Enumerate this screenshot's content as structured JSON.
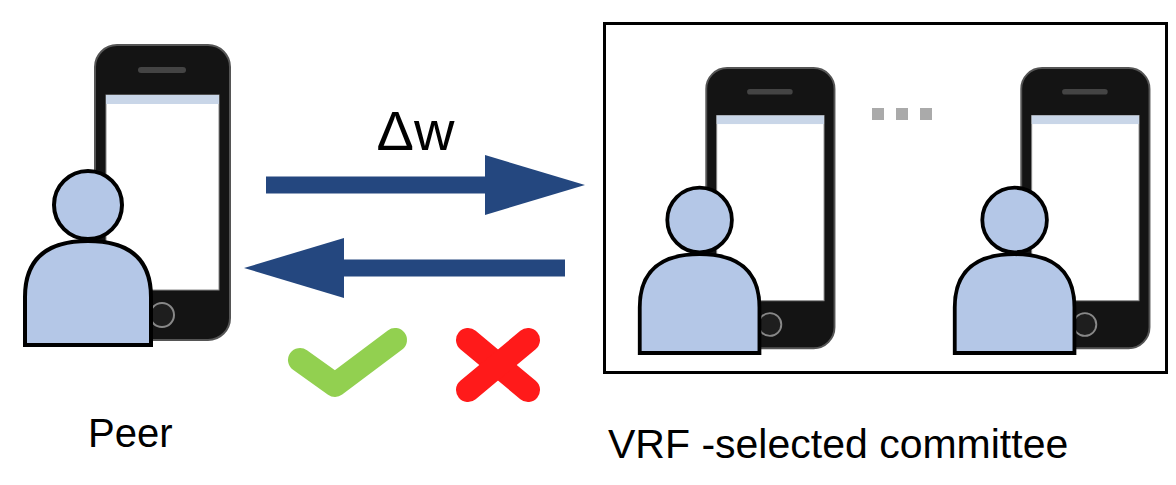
{
  "diagram": {
    "nodes": [
      {
        "text": [
          "Peer"
        ]
      },
      {
        "text": [
          "VRF -selected committee"
        ]
      }
    ],
    "edges": [
      {
        "from": 0,
        "to": 1,
        "label": "Δw",
        "arrow": "to"
      },
      {
        "from": 1,
        "to": 0,
        "arrow": "to"
      }
    ]
  }
}
